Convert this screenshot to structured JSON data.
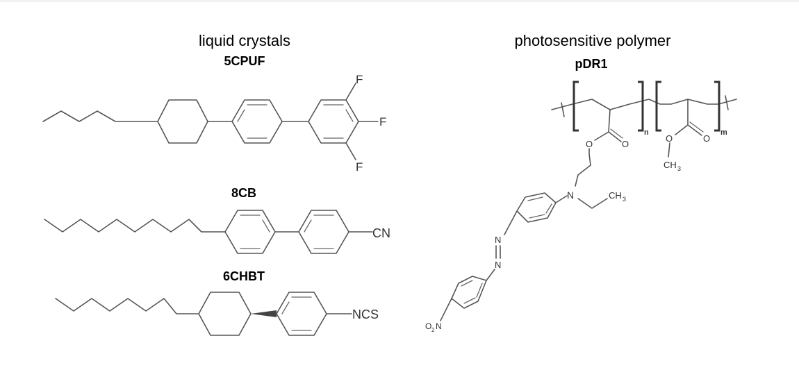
{
  "headings": {
    "left": "liquid crystals",
    "right": "photosensitive polymer"
  },
  "molecules": {
    "m1": {
      "name": "5CPUF",
      "atoms": {
        "f_top": "F",
        "f_mid": "F",
        "f_bot": "F"
      }
    },
    "m2": {
      "name": "8CB",
      "atoms": {
        "cn": "CN"
      }
    },
    "m3": {
      "name": "6CHBT",
      "atoms": {
        "ncs": "NCS"
      }
    },
    "polymer": {
      "name": "pDR1",
      "atoms": {
        "sub_n": "n",
        "sub_m": "m",
        "o1": "O",
        "o2": "O",
        "o3": "O",
        "o4": "O",
        "ch3_ester": "CH",
        "ch3_ester_sub": "3",
        "n_amine": "N",
        "ch3_ethyl": "CH",
        "ch3_ethyl_sub": "3",
        "n_azo1": "N",
        "n_azo2": "N",
        "no2_o": "O",
        "no2_sub": "2",
        "no2_n": "N"
      }
    }
  },
  "colors": {
    "bond": "#555555",
    "text": "#000000"
  }
}
